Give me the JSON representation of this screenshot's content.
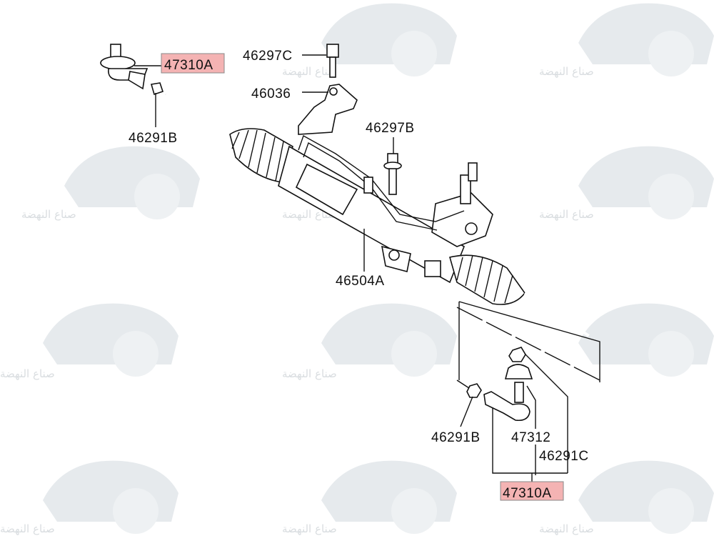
{
  "watermark": {
    "text": "صناع النهضة"
  },
  "labels": {
    "tie_rod_end_top": "47310A",
    "bolt_c": "46297C",
    "bracket": "46036",
    "nut_top": "46291B",
    "bolt_b": "46297B",
    "gear_assy": "46504A",
    "nut_bottom": "46291B",
    "boot": "47312",
    "nut_c": "46291C",
    "tie_rod_end_bottom": "47310A"
  },
  "colors": {
    "highlight": "#f4b3b3",
    "watermark": "#d9dde0"
  }
}
